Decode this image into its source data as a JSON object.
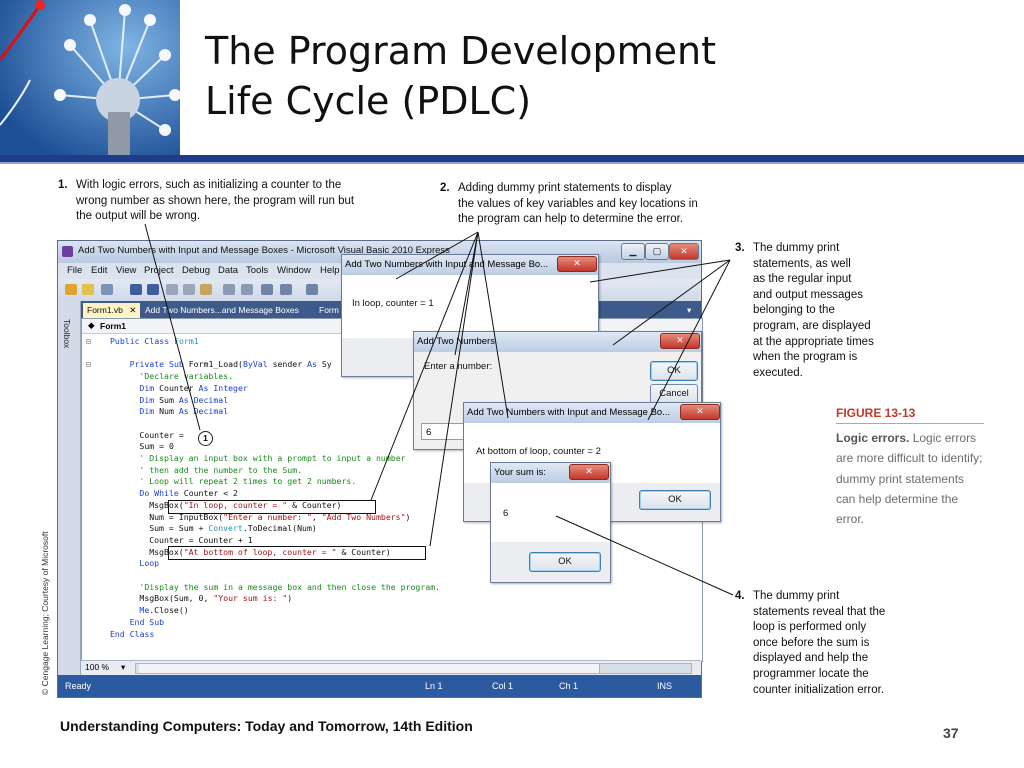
{
  "slide": {
    "title_line1": "The Program Development",
    "title_line2": "Life Cycle (PDLC)",
    "footer_book": "Understanding Computers: Today and Tomorrow, 14th Edition",
    "page_number": "37",
    "credit": "© Cengage Learning; Courtesy of Microsoft"
  },
  "callouts": [
    {
      "num": "1.",
      "lines": [
        "With logic errors, such as initializing a counter to the",
        "wrong number as shown here, the program will run but",
        "the output will be wrong."
      ]
    },
    {
      "num": "2.",
      "lines": [
        "Adding dummy print statements to display",
        "the values of key variables and key locations in",
        "the program can help to determine the error."
      ]
    },
    {
      "num": "3.",
      "lines": [
        "The dummy print",
        "statements, as well",
        "as the regular input",
        "and output messages",
        "belonging to the",
        "program, are displayed",
        "at the appropriate times",
        "when the program is",
        "executed."
      ]
    },
    {
      "num": "4.",
      "lines": [
        "The dummy print",
        "statements reveal that the",
        "loop is performed only",
        "once before the sum is",
        "displayed and help the",
        "programmer locate the",
        "counter initialization error."
      ]
    }
  ],
  "figure": {
    "label": "FIGURE 13-13",
    "caption_bold": "Logic errors.",
    "caption_rest": "Logic errors are more difficult to identify; dummy print statements can help determine the error."
  },
  "vs_window": {
    "title": "Add Two Numbers with Input and Message Boxes - Microsoft Visual Basic 2010 Express",
    "menu": [
      "File",
      "Edit",
      "View",
      "Project",
      "Debug",
      "Data",
      "Tools",
      "Window",
      "Help"
    ],
    "toolbox_label": "Toolbox",
    "tabs": [
      "Form1.vb",
      "Add Two Numbers...and Message Boxes",
      "Form"
    ],
    "editor_header": "Form1",
    "code": [
      {
        "t": [
          [
            "kw",
            "Public Class "
          ],
          [
            "ty",
            "Form1"
          ]
        ]
      },
      {
        "t": [
          [
            "",
            ""
          ]
        ]
      },
      {
        "t": [
          [
            "kw",
            "Private Sub "
          ],
          [
            "",
            "Form1_Load("
          ],
          [
            "kw",
            "ByVal "
          ],
          [
            "",
            "sender "
          ],
          [
            "kw",
            "As "
          ],
          [
            "",
            "Sy"
          ]
        ]
      },
      {
        "t": [
          [
            "cm",
            "'Declare variables."
          ]
        ]
      },
      {
        "t": [
          [
            "kw",
            "Dim "
          ],
          [
            "",
            "Counter "
          ],
          [
            "kw",
            "As Integer"
          ]
        ]
      },
      {
        "t": [
          [
            "kw",
            "Dim "
          ],
          [
            "",
            "Sum "
          ],
          [
            "kw",
            "As Decimal"
          ]
        ]
      },
      {
        "t": [
          [
            "kw",
            "Dim "
          ],
          [
            "",
            "Num "
          ],
          [
            "kw",
            "As Decimal"
          ]
        ]
      },
      {
        "t": [
          [
            "",
            ""
          ]
        ]
      },
      {
        "t": [
          [
            "",
            "Counter = "
          ]
        ]
      },
      {
        "t": [
          [
            "",
            "Sum = 0"
          ]
        ]
      },
      {
        "t": [
          [
            "cm",
            "' Display an input box with a prompt to input a number"
          ]
        ]
      },
      {
        "t": [
          [
            "cm",
            "' then add the number to the Sum."
          ]
        ]
      },
      {
        "t": [
          [
            "cm",
            "' Loop will repeat 2 times to get 2 numbers."
          ]
        ]
      },
      {
        "t": [
          [
            "kw",
            "Do While "
          ],
          [
            "",
            "Counter < 2"
          ]
        ]
      },
      {
        "t": [
          [
            "",
            "MsgBox("
          ],
          [
            "st",
            "\"In loop, counter = \""
          ],
          [
            "",
            " & Counter)"
          ]
        ]
      },
      {
        "t": [
          [
            "",
            "Num = InputBox("
          ],
          [
            "st",
            "\"Enter a number: \""
          ],
          [
            "",
            ", "
          ],
          [
            "st",
            "\"Add Two Numbers\""
          ],
          [
            "",
            ")"
          ]
        ]
      },
      {
        "t": [
          [
            "",
            "Sum = Sum + "
          ],
          [
            "ty",
            "Convert"
          ],
          [
            "",
            ".ToDecimal(Num)"
          ]
        ]
      },
      {
        "t": [
          [
            "",
            "Counter = Counter + 1"
          ]
        ]
      },
      {
        "t": [
          [
            "",
            "MsgBox("
          ],
          [
            "st",
            "\"At bottom of loop, counter = \""
          ],
          [
            "",
            " & Counter)"
          ]
        ]
      },
      {
        "t": [
          [
            "kw",
            "Loop"
          ]
        ]
      },
      {
        "t": [
          [
            "",
            ""
          ]
        ]
      },
      {
        "t": [
          [
            "cm",
            "'Display the sum in a message box and then close the program."
          ]
        ]
      },
      {
        "t": [
          [
            "",
            "MsgBox(Sum, 0, "
          ],
          [
            "st",
            "\"Your sum is: \""
          ],
          [
            "",
            ")"
          ]
        ]
      },
      {
        "t": [
          [
            "kw",
            "Me"
          ],
          [
            "",
            ".Close()"
          ]
        ]
      },
      {
        "t": [
          [
            "kw",
            "End Sub"
          ]
        ]
      },
      {
        "t": [
          [
            "kw",
            "End Class"
          ]
        ]
      }
    ],
    "counter_value": "1",
    "zoom": "100 %",
    "status": {
      "ready": "Ready",
      "ln": "Ln 1",
      "col": "Col 1",
      "ch": "Ch 1",
      "ins": "INS"
    }
  },
  "dialogs": {
    "loop": {
      "title": "Add Two Numbers with Input and Message Bo...",
      "text": "In loop, counter = 1",
      "close": "✕"
    },
    "input": {
      "title": "Add Two Numbers",
      "prompt": "Enter a number:",
      "ok": "OK",
      "cancel": "Cancel",
      "value": "6",
      "close": "✕"
    },
    "bottom": {
      "title": "Add Two Numbers with Input and Message Bo...",
      "text": "At bottom of loop, counter = 2",
      "ok": "OK",
      "close": "✕"
    },
    "sum": {
      "title": "Your sum is:",
      "value": "6",
      "ok": "OK",
      "close": "✕"
    }
  }
}
